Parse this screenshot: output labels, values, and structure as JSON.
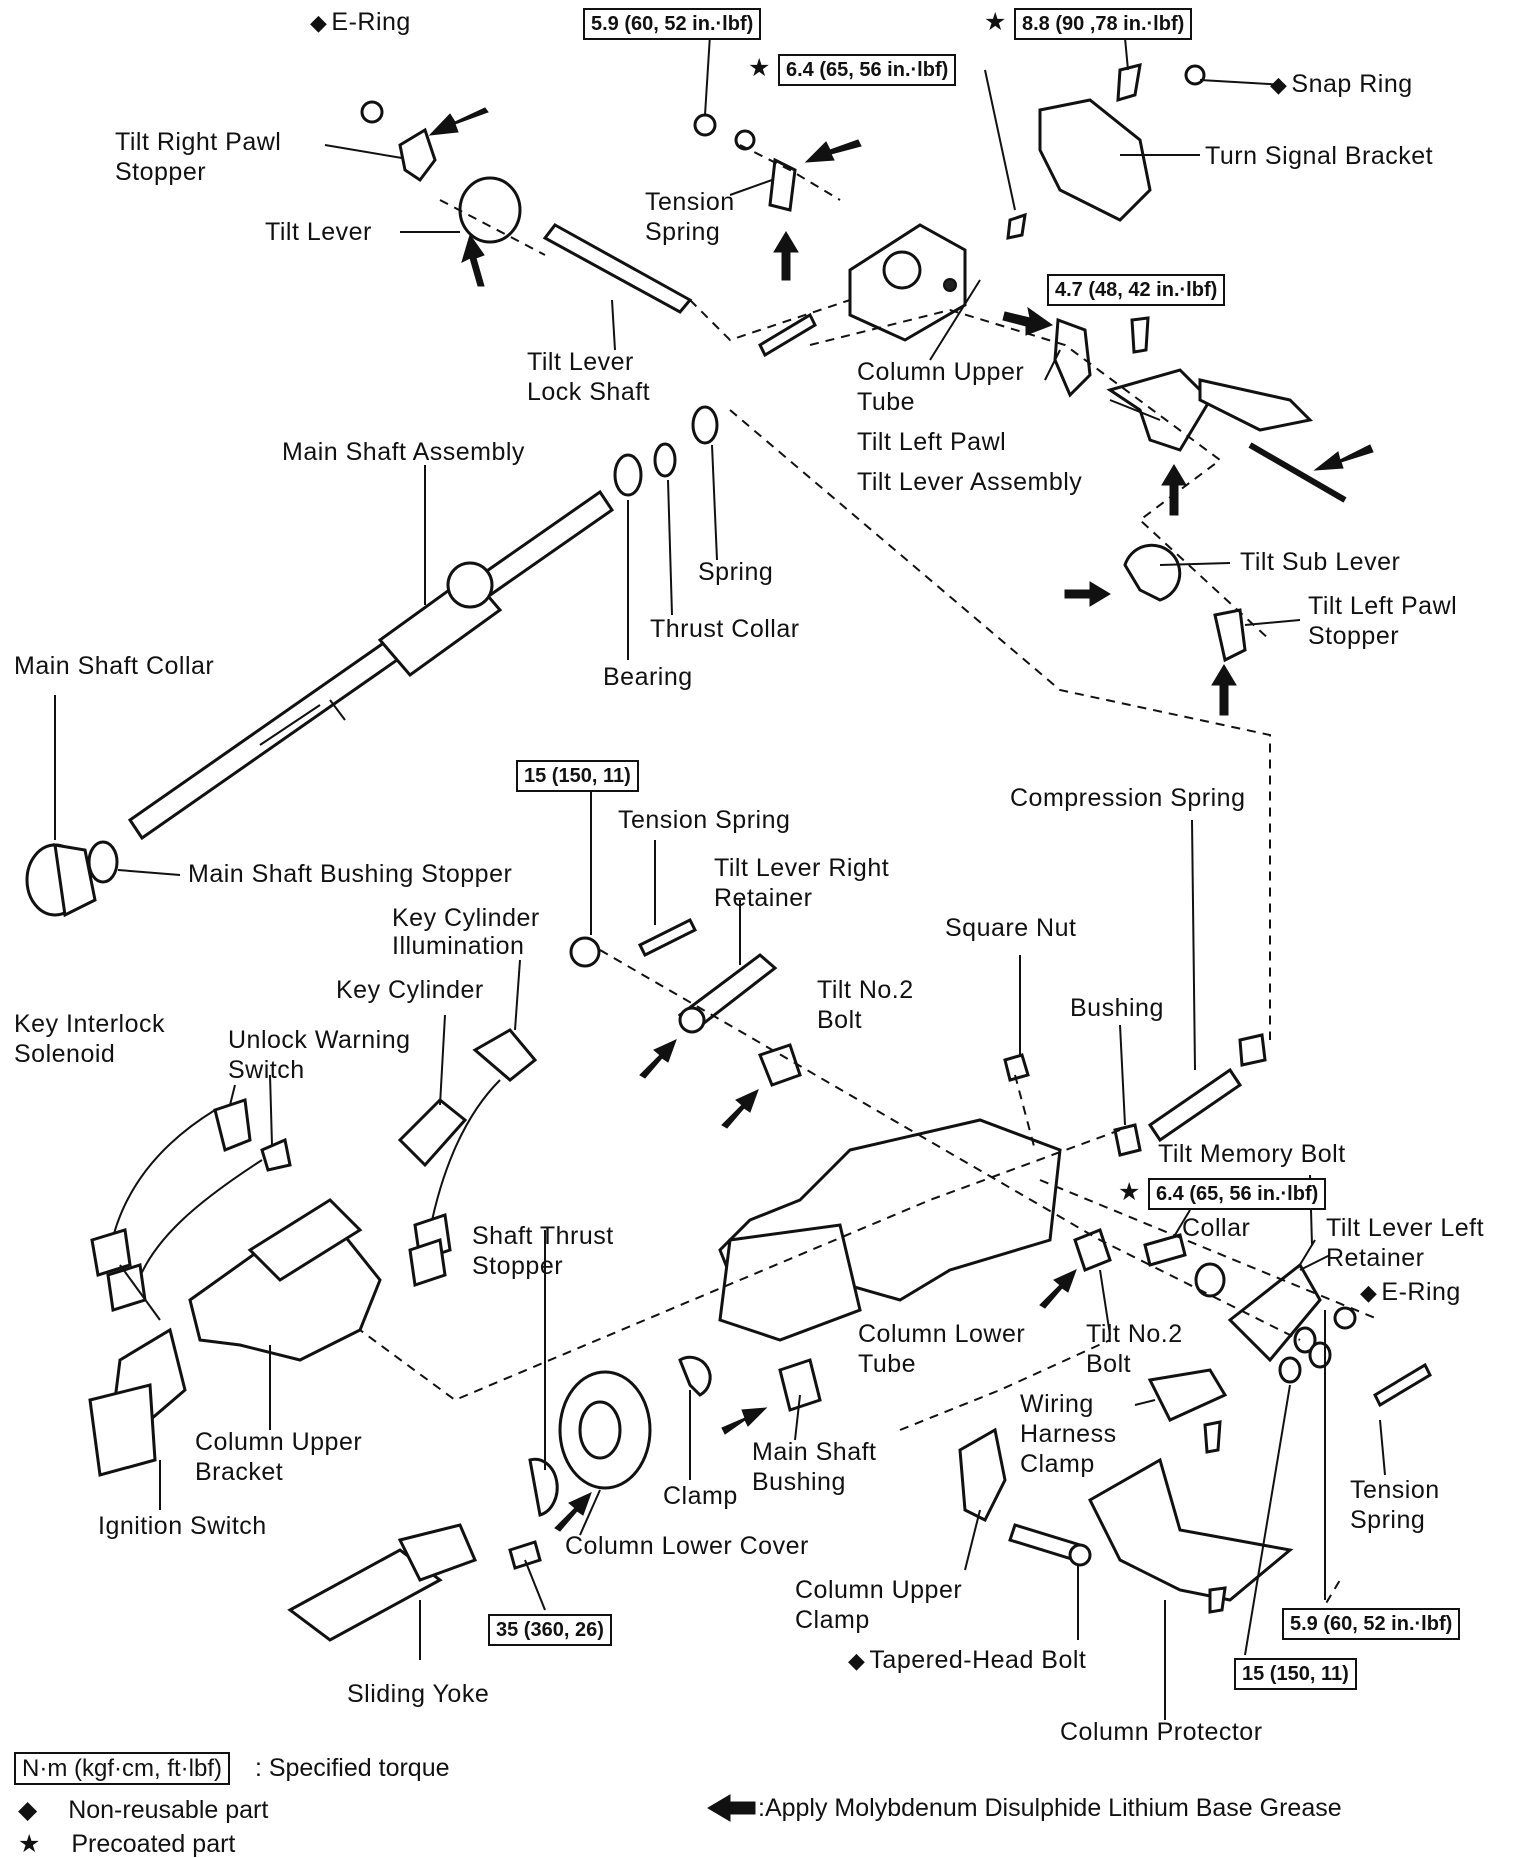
{
  "legend": {
    "torque_box": "N·m (kgf·cm, ft·lbf)",
    "torque_desc": ": Specified torque",
    "non_reusable_symbol": "◆",
    "non_reusable_desc": "Non-reusable part",
    "precoated_symbol": "★",
    "precoated_desc": "Precoated part",
    "grease_desc": ":Apply Molybdenum Disulphide Lithium Base Grease"
  },
  "torque_specs": {
    "t1": "5.9 (60, 52 in.·lbf)",
    "t2": "6.4 (65, 56 in.·lbf)",
    "t3": "8.8 (90 ,78 in.·lbf)",
    "t4": "4.7 (48, 42 in.·lbf)",
    "t5": "15 (150, 11)",
    "t6": "6.4 (65, 56 in.·lbf)",
    "t7": "35 (360, 26)",
    "t8": "5.9 (60, 52 in.·lbf)",
    "t9": "15 (150, 11)"
  },
  "labels": {
    "e_ring_top": "E-Ring",
    "tilt_right_pawl_stopper_1": "Tilt Right Pawl",
    "tilt_right_pawl_stopper_2": "Stopper",
    "tilt_lever": "Tilt Lever",
    "tension_spring_top_1": "Tension",
    "tension_spring_top_2": "Spring",
    "snap_ring": "Snap Ring",
    "turn_signal_bracket": "Turn Signal Bracket",
    "tilt_lever_lock_shaft_1": "Tilt Lever",
    "tilt_lever_lock_shaft_2": "Lock Shaft",
    "column_upper_tube_1": "Column Upper",
    "column_upper_tube_2": "Tube",
    "tilt_left_pawl": "Tilt Left Pawl",
    "tilt_lever_assembly": "Tilt Lever Assembly",
    "main_shaft_assembly": "Main Shaft Assembly",
    "spring": "Spring",
    "thrust_collar": "Thrust Collar",
    "bearing": "Bearing",
    "tilt_sub_lever": "Tilt Sub Lever",
    "tilt_left_pawl_stopper_1": "Tilt Left Pawl",
    "tilt_left_pawl_stopper_2": "Stopper",
    "main_shaft_collar": "Main Shaft Collar",
    "tension_spring_mid": "Tension Spring",
    "compression_spring": "Compression Spring",
    "main_shaft_bushing_stopper": "Main Shaft Bushing Stopper",
    "tilt_lever_right_retainer_1": "Tilt Lever Right",
    "tilt_lever_right_retainer_2": "Retainer",
    "key_cylinder_illumination_1": "Key Cylinder",
    "key_cylinder_illumination_2": "Illumination",
    "square_nut": "Square Nut",
    "key_cylinder": "Key Cylinder",
    "tilt_no2_bolt_upper_1": "Tilt No.2",
    "tilt_no2_bolt_upper_2": "Bolt",
    "key_interlock_solenoid_1": "Key Interlock",
    "key_interlock_solenoid_2": "Solenoid",
    "unlock_warning_switch_1": "Unlock Warning",
    "unlock_warning_switch_2": "Switch",
    "bushing": "Bushing",
    "tilt_memory_bolt": "Tilt Memory Bolt",
    "collar": "Collar",
    "tilt_lever_left_retainer_1": "Tilt Lever Left",
    "tilt_lever_left_retainer_2": "Retainer",
    "e_ring_right": "E-Ring",
    "shaft_thrust_stopper_1": "Shaft Thrust",
    "shaft_thrust_stopper_2": "Stopper",
    "column_lower_tube_1": "Column Lower",
    "column_lower_tube_2": "Tube",
    "tilt_no2_bolt_lower_1": "Tilt No.2",
    "tilt_no2_bolt_lower_2": "Bolt",
    "column_upper_bracket_1": "Column Upper",
    "column_upper_bracket_2": "Bracket",
    "wiring_harness_clamp_1": "Wiring",
    "wiring_harness_clamp_2": "Harness",
    "wiring_harness_clamp_3": "Clamp",
    "main_shaft_bushing_1": "Main Shaft",
    "main_shaft_bushing_2": "Bushing",
    "clamp": "Clamp",
    "tension_spring_low_1": "Tension",
    "tension_spring_low_2": "Spring",
    "ignition_switch": "Ignition Switch",
    "column_lower_cover": "Column Lower Cover",
    "column_upper_clamp_1": "Column Upper",
    "column_upper_clamp_2": "Clamp",
    "tapered_head_bolt": "Tapered-Head Bolt",
    "sliding_yoke": "Sliding Yoke",
    "column_protector": "Column Protector"
  }
}
